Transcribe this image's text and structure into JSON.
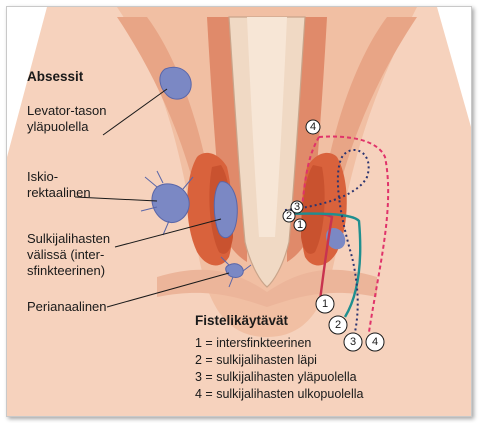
{
  "abscess_section": {
    "title": "Absessit",
    "label_levator": [
      "Levator-tason",
      "yläpuolella"
    ],
    "label_ischio": [
      "Iskio-",
      "rektaalinen"
    ],
    "label_intersphincteric": [
      "Sulkijalihasten",
      "välissä (inter-",
      "sfinkteerinen)"
    ],
    "label_perianal": "Perianaalinen"
  },
  "fistula_section": {
    "title": "Fistelikäytävät",
    "legend": [
      "1 = intersfinkteerinen",
      "2 = sulkijalihasten läpi",
      "3 = sulkijalihasten yläpuolella",
      "4 = sulkijalihasten ulkopuolella"
    ],
    "markers": [
      "1",
      "2",
      "3",
      "4"
    ]
  },
  "colors": {
    "skin": "#f4c7ad",
    "skin_dark": "#e9a98b",
    "muscle": "#d9623c",
    "abscess": "#7b88c4",
    "canal": "#f0d9c4",
    "path_1": "#c8334f",
    "path_2": "#1f8f8f",
    "path_3": "#2b3470",
    "path_4": "#e0336a"
  }
}
